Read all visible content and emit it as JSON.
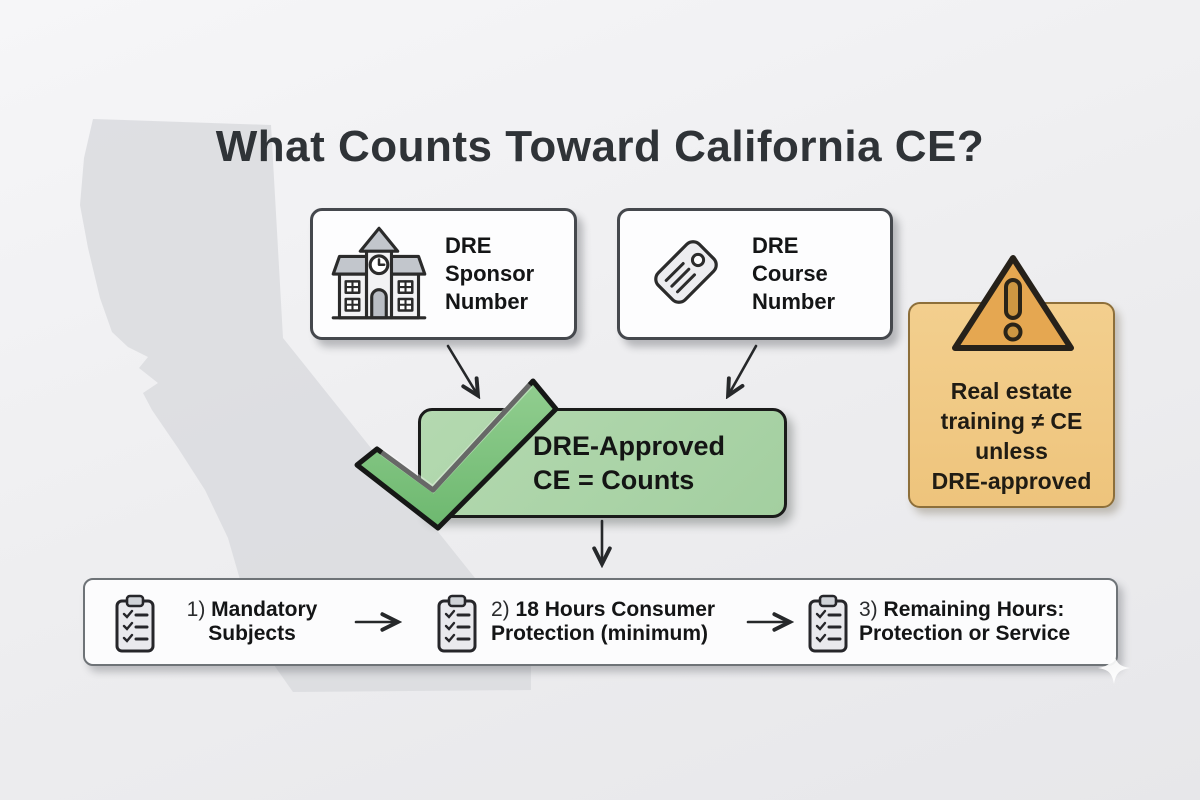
{
  "title": "What Counts Toward California CE?",
  "source_boxes": {
    "sponsor": {
      "label": "DRE\nSponsor\nNumber",
      "icon": "school-building-icon"
    },
    "course": {
      "label": "DRE\nCourse\nNumber",
      "icon": "price-tag-icon"
    }
  },
  "result_box": {
    "label": "DRE-Approved\nCE = Counts",
    "icon": "checkmark-icon"
  },
  "warning_box": {
    "label": "Real estate\ntraining ≠ CE\nunless\nDRE-approved",
    "icon": "warning-triangle-icon"
  },
  "steps": [
    {
      "num": "1)",
      "line1": "Mandatory",
      "line2": "Subjects"
    },
    {
      "num": "2)",
      "line1": "18 Hours Consumer",
      "line2": "Protection (minimum)"
    },
    {
      "num": "3)",
      "line1": "Remaining Hours:",
      "line2": "Protection or Service"
    }
  ],
  "background": {
    "map": "california-silhouette"
  },
  "colors": {
    "approved_fill": "#a9d2a5",
    "check_green": "#7cc27c",
    "warning_fill": "#f0c983",
    "triangle_fill": "#e5a751",
    "box_border": "#45484d",
    "arrow": "#26282a",
    "map_gray": "#d9dade",
    "background": "#ededef"
  }
}
